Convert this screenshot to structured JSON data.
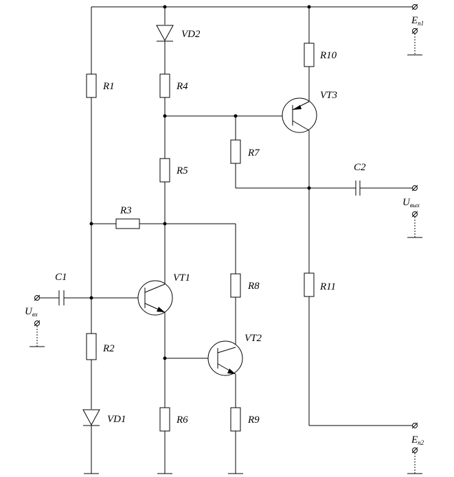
{
  "components": {
    "R1": "R1",
    "R2": "R2",
    "R3": "R3",
    "R4": "R4",
    "R5": "R5",
    "R6": "R6",
    "R7": "R7",
    "R8": "R8",
    "R9": "R9",
    "R10": "R10",
    "R11": "R11",
    "C1": "C1",
    "C2": "C2",
    "VD1": "VD1",
    "VD2": "VD2",
    "VT1": "VT1",
    "VT2": "VT2",
    "VT3": "VT3"
  },
  "terminals": {
    "ep1_main": "E",
    "ep1_sub": "п1",
    "ep2_main": "E",
    "ep2_sub": "п2",
    "uin_main": "U",
    "uin_sub": "вх",
    "uout_main": "U",
    "uout_sub": "вых"
  },
  "colors": {
    "line": "#000000",
    "background": "#ffffff"
  }
}
